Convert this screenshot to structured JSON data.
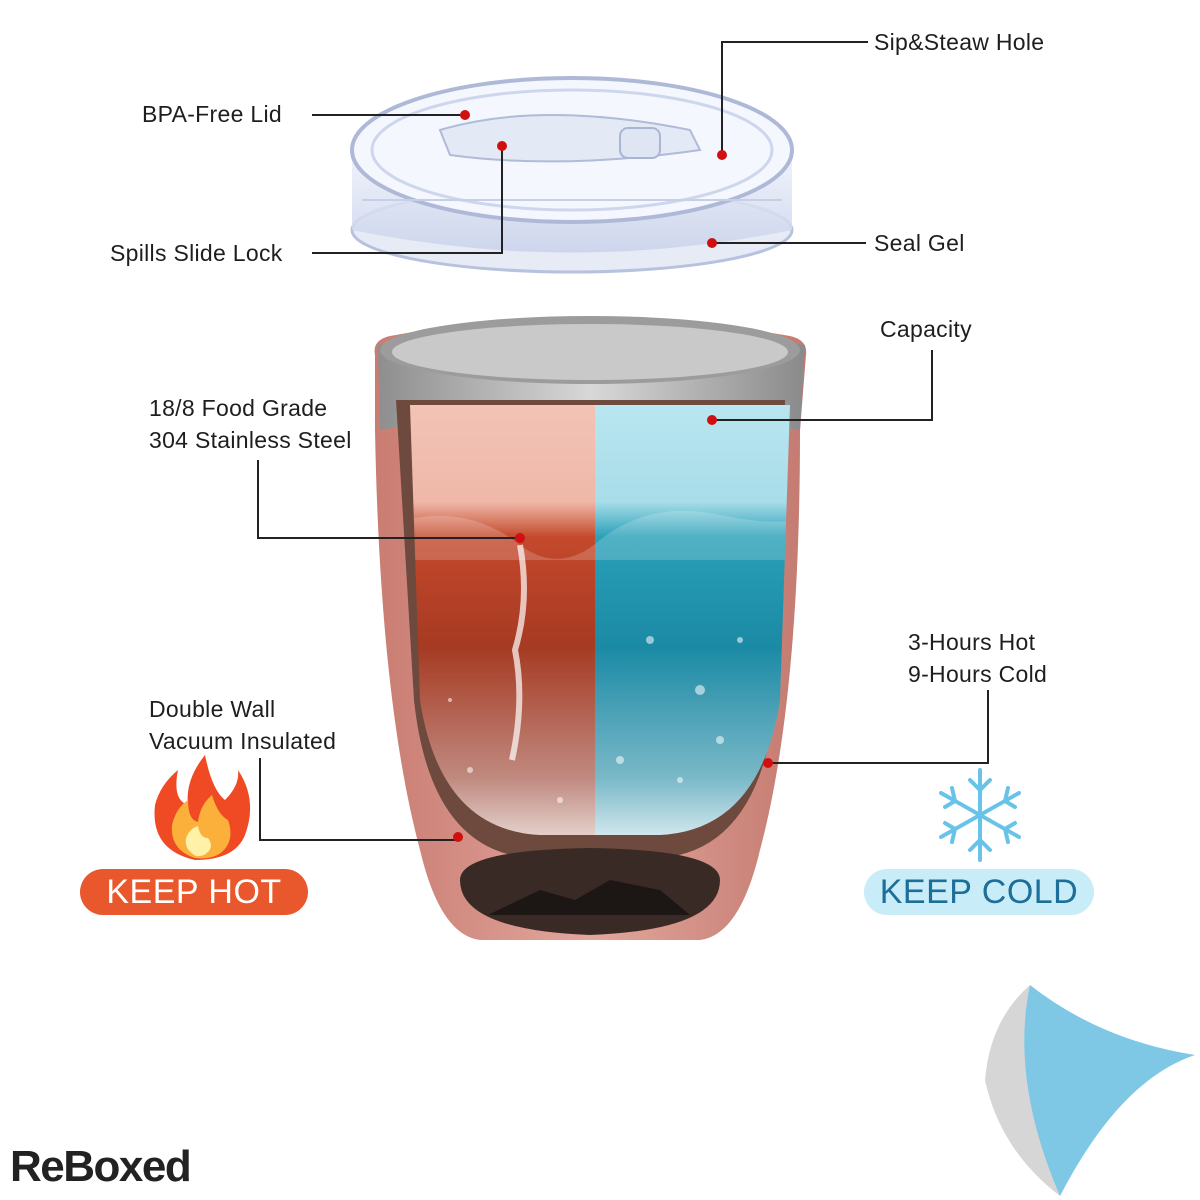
{
  "callouts": {
    "sip_hole": "Sip&Steaw Hole",
    "bpa_lid": "BPA-Free Lid",
    "slide_lock": "Spills Slide Lock",
    "seal_gel": "Seal Gel",
    "capacity": "Capacity",
    "steel_line1": "18/8 Food Grade",
    "steel_line2": "304 Stainless Steel",
    "hours_line1": "3-Hours Hot",
    "hours_line2": "9-Hours Cold",
    "wall_line1": "Double Wall",
    "wall_line2": "Vacuum Insulated"
  },
  "badges": {
    "keep_hot": "KEEP HOT",
    "keep_cold": "KEEP COLD"
  },
  "brand": {
    "logo_text": "ReBoxed"
  },
  "icons": {
    "hot": "flame-icon",
    "cold": "snowflake-icon"
  },
  "colors": {
    "marker_dot": "#d01010",
    "hot_badge": "#e8582c",
    "cold_badge": "#c8ecf8",
    "tumbler_body": "#d9948a",
    "corner_fold": "#7ec8e6"
  }
}
